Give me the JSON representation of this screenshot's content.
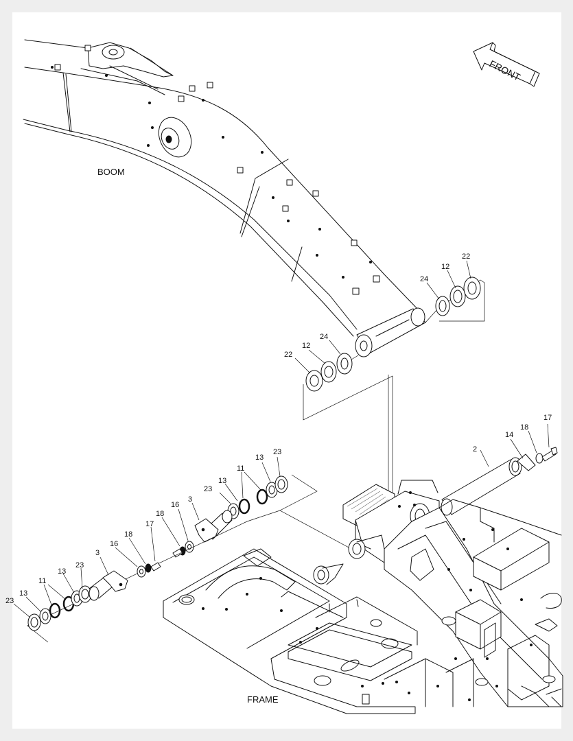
{
  "labels": {
    "boom": "BOOM",
    "frame": "FRAME",
    "front": "FRONT"
  },
  "callouts": {
    "boom_right": [
      "24",
      "12",
      "22"
    ],
    "boom_left": [
      "22",
      "12",
      "24"
    ],
    "pin_2": "2",
    "pin_2_hw": [
      "14",
      "18",
      "17"
    ],
    "upper_group": [
      "13",
      "23",
      "11",
      "13",
      "23",
      "3",
      "16",
      "18"
    ],
    "lower_group": [
      "17",
      "18",
      "16",
      "3",
      "23",
      "13",
      "11",
      "13",
      "23"
    ]
  }
}
